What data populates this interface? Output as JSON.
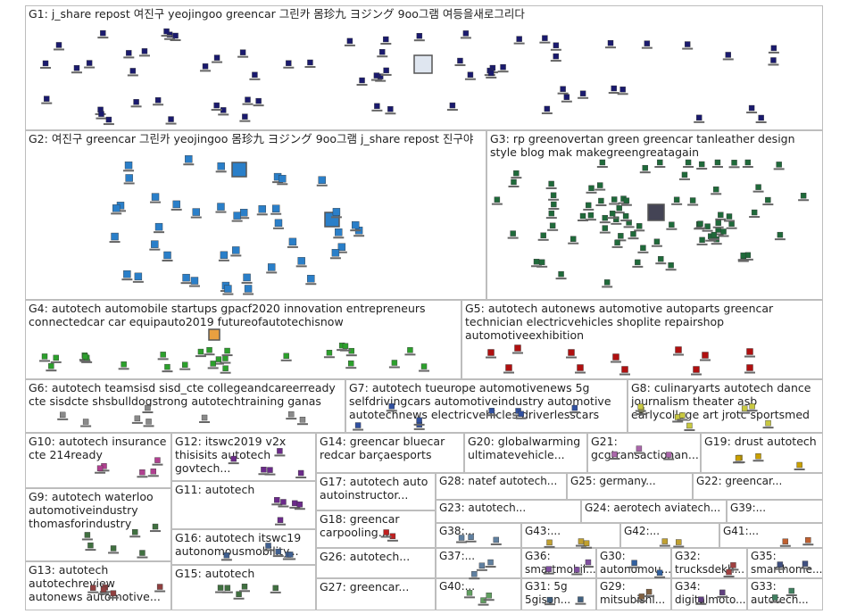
{
  "groups": {
    "g1": "G1: j_share repost 여진구 yeojingoo greencar 그린카 몸珍九 ヨジング 9oo그램 여등을새로그리다",
    "g2": "G2: 여진구 greencar 그린카 yeojingoo 몸珍九 ヨジング 9oo그램 j_share repost 진구야",
    "g3": "G3: rp greenovertan green greencar tanleather design style blog mak makegreengreatagain",
    "g4": "G4: autotech automobile startups gpacf2020 innovation entrepreneurs connectedcar car equipauto2019 futureofautotechisnow",
    "g5": "G5: autotech autonews automotive autoparts greencar technician electricvehicles shoplite repairshop automotiveexhibition",
    "g6": "G6: autotech teamsisd sisd_cte collegeandcareerready cte sisdcte shsbulldogstrong autotechtraining ganas",
    "g7": "G7: autotech tueurope automotivenews 5g selfdrivingcars automotiveindustry automotive autotechnews electricvehicles driverlesscars",
    "g8": "G8: culinaryarts autotech dance journalism theater asb earlycollege art jrotc sportsmed",
    "g10": "G10: autotech insurance cte 214ready",
    "g12": "G12: itswc2019 v2x thisisits autotech govtech...",
    "g14": "G14: greencar bluecar redcar barçaesports",
    "g20": "G20: globalwarming ultimatevehicle...",
    "g21": "G21: gcgtransactionan...",
    "g19": "G19: drust autotech",
    "g11": "G11: autotech",
    "g17": "G17: autotech auto autoinstructor...",
    "g28": "G28: natef autotech...",
    "g25": "G25: germany...",
    "g22": "G22: greencar...",
    "g9": "G9: autotech waterloo automotiveindustry thomasforindustry",
    "g23": "G23: autotech...",
    "g24": "G24: aerotech aviatech...",
    "g39": "G39:...",
    "g18": "G18: greencar carpooling...",
    "g38": "G38:...",
    "g43": "G43:...",
    "g42": "G42:...",
    "g41": "G41:...",
    "g16": "G16: autotech itswc19 autonomousmobility...",
    "g37": "G37:...",
    "g36": "G36: smartmobil...",
    "g30": "G30: autonomou...",
    "g32": "G32: trucksdekh...",
    "g35": "G35: smarthome...",
    "g13": "G13: autotech autotechreview autonews automotive...",
    "g15": "G15: autotech",
    "g26": "G26: autotech...",
    "g27": "G27: greencar...",
    "g40": "G40:...",
    "g31": "G31: 5g 5gison...",
    "g29": "G29: mitsubishi...",
    "g34": "G34: digitalmoto...",
    "g33": "G33: autotech..."
  },
  "colors": {
    "edge": "#b4b4b4",
    "edge_red": "#e06060",
    "border": "#bdbdbd",
    "g1_node": "#1a1a6e",
    "g2_node": "#2a7fc9",
    "g3_node": "#1f6a3a",
    "g4_node": "#2ca02c",
    "g5_node": "#b01010",
    "g6_node": "#8a8a8a",
    "g8_node": "#c8c840",
    "g12_node": "#6b2a8a",
    "g19_node": "#c9a000"
  }
}
